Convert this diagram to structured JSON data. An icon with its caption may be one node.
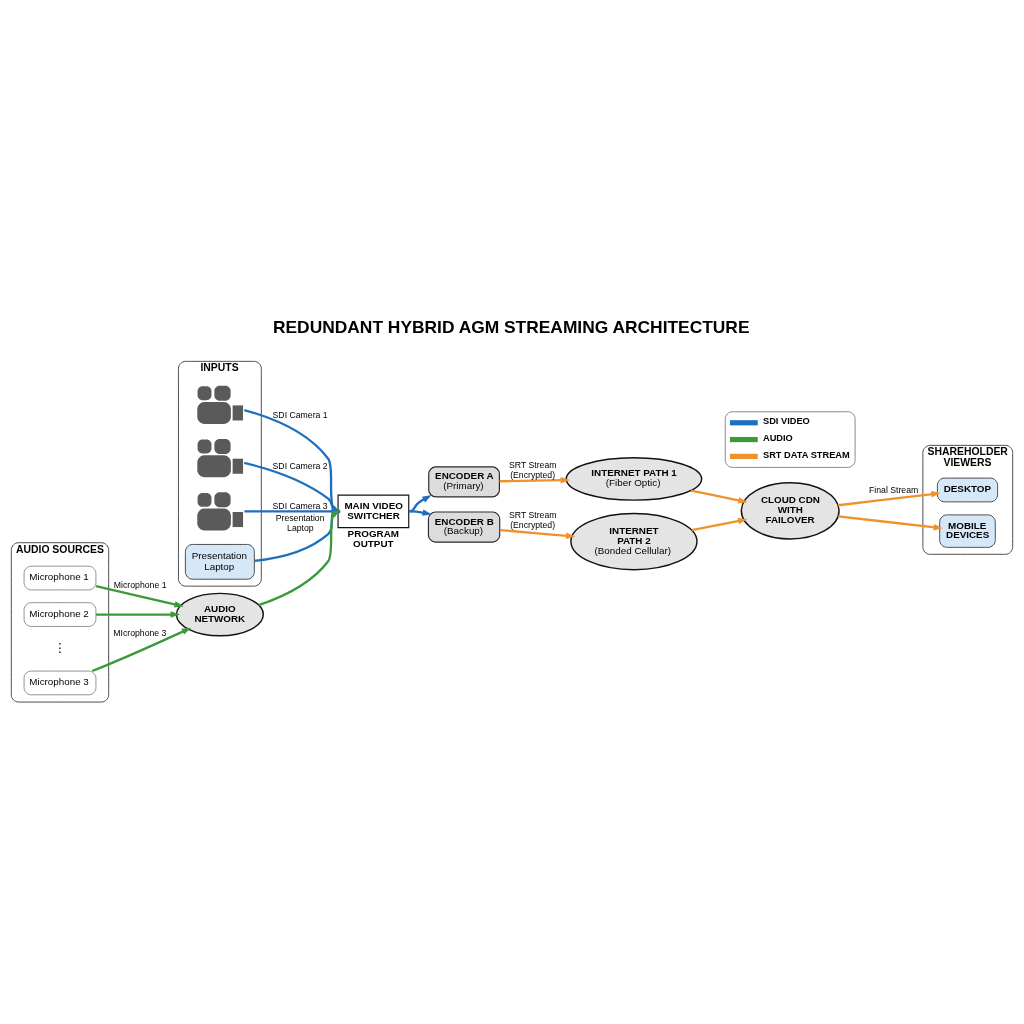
{
  "diagram": {
    "title": "REDUNDANT HYBRID AGM STREAMING ARCHITECTURE",
    "nodes": [
      {
        "text": [
          "INPUTS"
        ]
      },
      {
        "text": [],
        "shape": "picture",
        "in": 0
      },
      {
        "text": [],
        "shape": "picture",
        "in": 0
      },
      {
        "text": [],
        "shape": "picture",
        "in": 0
      },
      {
        "text": [
          "Presentation Laptop"
        ],
        "in": 0
      },
      {
        "text": [
          "MAIN VIDEO SWITCHER"
        ],
        "beside": [
          "PROGRAM OUTPUT"
        ]
      },
      {
        "text": [
          "AUDIO SOURCES"
        ]
      },
      {
        "text": [
          "Microphone 1"
        ],
        "in": 6
      },
      {
        "text": [
          "Microphone 2"
        ],
        "in": 6
      },
      {
        "text": [
          "Microphone 3"
        ],
        "in": 6
      },
      {
        "text": [
          "AUDIO NETWORK"
        ]
      },
      {
        "text": [
          "ENCODER A",
          "(Primary)"
        ]
      },
      {
        "text": [
          "INTERNET PATH 1",
          "(Fiber Optic)"
        ]
      },
      {
        "text": [
          "ENCODER B",
          "(Backup)"
        ]
      },
      {
        "text": [
          "INTERNET PATH 2",
          "(Bonded Cellular)"
        ]
      },
      {
        "text": [
          "CLOUD CDN WITH FAILOVER"
        ]
      },
      {
        "text": [
          "SHAREHOLDER VIEWERS"
        ]
      },
      {
        "text": [
          "DESKTOP"
        ],
        "in": 16
      },
      {
        "text": [
          "MOBILE DEVICES"
        ],
        "in": 16
      }
    ],
    "edges": [
      {
        "from": 1,
        "to": 5,
        "arrow": "to",
        "label": "SDI Camera 1",
        "color": "#1f6fbf"
      },
      {
        "from": 2,
        "to": 5,
        "arrow": "to",
        "label": "SDI Camera 2",
        "color": "#1f6fbf"
      },
      {
        "from": 3,
        "to": 5,
        "arrow": "to",
        "label": "SDI Camera 3",
        "color": "#1f6fbf"
      },
      {
        "from": 4,
        "to": 5,
        "arrow": "to",
        "label": "Presentation Laptop",
        "color": "#1f6fbf"
      },
      {
        "from": 7,
        "to": 10,
        "arrow": "to",
        "label": "Microphone 1",
        "color": "#3a9a3a"
      },
      {
        "from": 8,
        "to": 10,
        "arrow": "to",
        "color": "#3a9a3a"
      },
      {
        "from": 9,
        "to": 10,
        "arrow": "to",
        "label": "MIcrophone 3",
        "color": "#3a9a3a"
      },
      {
        "from": 10,
        "to": 5,
        "arrow": "to",
        "color": "#3a9a3a"
      },
      {
        "from": 5,
        "to": 11,
        "arrow": "to",
        "color": "#1f6fbf"
      },
      {
        "from": 5,
        "to": 13,
        "arrow": "to",
        "color": "#1f6fbf"
      },
      {
        "from": 11,
        "to": 12,
        "arrow": "to",
        "label": "SRT Stream (Encrypted)",
        "color": "#f0922b"
      },
      {
        "from": 13,
        "to": 14,
        "arrow": "to",
        "label": "SRT Stream (Encrypted)",
        "color": "#f0922b"
      },
      {
        "from": 12,
        "to": 15,
        "arrow": "to",
        "color": "#f0922b"
      },
      {
        "from": 14,
        "to": 15,
        "arrow": "to",
        "color": "#f0922b"
      },
      {
        "from": 15,
        "to": 17,
        "arrow": "to",
        "label": "Final Stream",
        "color": "#f0922b"
      },
      {
        "from": 15,
        "to": 18,
        "arrow": "to",
        "color": "#f0922b"
      }
    ],
    "labels": [
      "⋮"
    ],
    "legend": [
      {
        "text": "SDI VIDEO",
        "color": "#1f6fbf"
      },
      {
        "text": "AUDIO",
        "color": "#3a9a3a"
      },
      {
        "text": "SRT DATA STREAM",
        "color": "#f0922b"
      }
    ]
  }
}
